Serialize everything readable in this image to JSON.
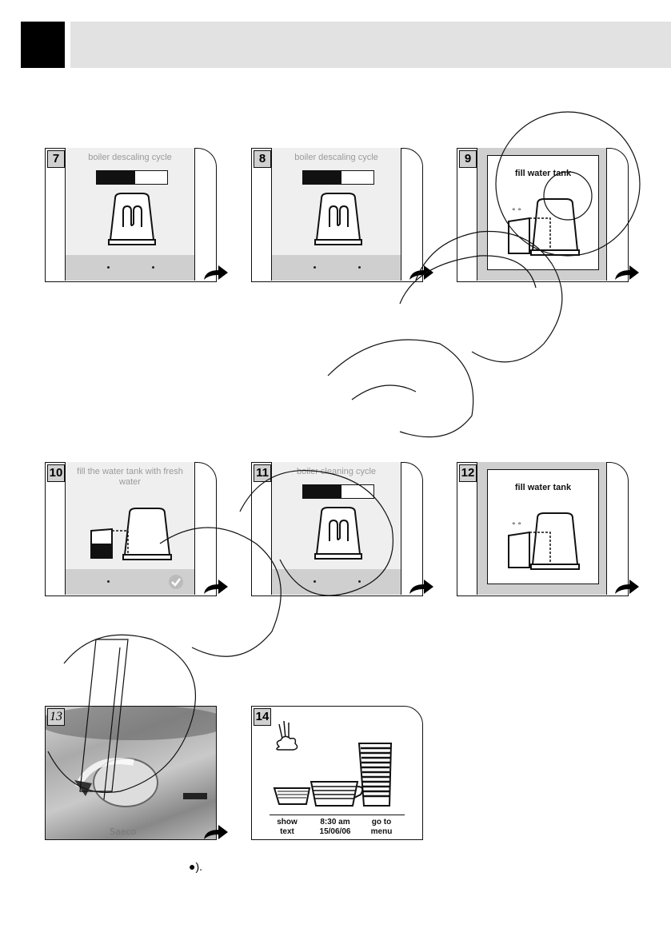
{
  "steps": [
    {
      "num": "7",
      "title": "boiler descaling cycle",
      "progress": 0.55
    },
    {
      "num": "8",
      "title": "boiler descaling cycle",
      "progress": 0.55
    },
    {
      "num": "9",
      "title": "fill water tank"
    },
    {
      "num": "10",
      "title": "fill the water tank with fresh water"
    },
    {
      "num": "11",
      "title": "boiler cleaning cycle",
      "progress": 0.55
    },
    {
      "num": "12",
      "title": "fill water tank"
    },
    {
      "num": "13"
    },
    {
      "num": "14",
      "left_label": "show text",
      "center_label": "8:30 am 15/06/06",
      "right_label": "go to menu"
    }
  ],
  "footnote": "●).",
  "colors": {
    "header_bar": "#e2e2e2",
    "screen_bg": "#efefef",
    "bar": "#cfcfcf"
  }
}
